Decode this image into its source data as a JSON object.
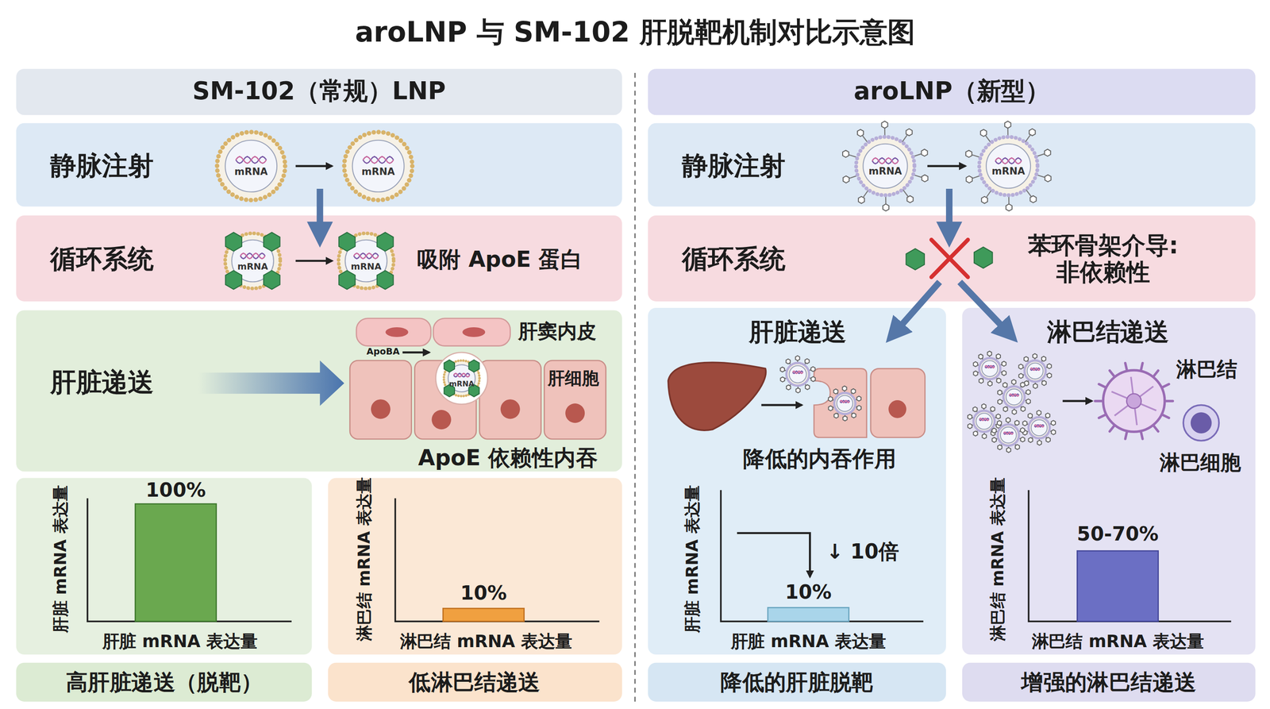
{
  "diagram": {
    "title": "aroLNP 与 SM-102 肝脱靶机制对比示意图",
    "nodes": [
      {
        "text": [
          "SM-102（常规）LNP"
        ]
      },
      {
        "text": [
          "aroLNP（新型）"
        ]
      },
      {
        "text": [
          "静脉注射"
        ]
      },
      {
        "text": [
          "静脉注射"
        ]
      },
      {
        "text": [
          "循环系统",
          "吸附 ApoE 蛋白"
        ]
      },
      {
        "text": [
          "循环系统",
          "苯环骨架介导: 非依赖性"
        ]
      },
      {
        "text": [
          "肝脏递送",
          "肝窦内皮",
          "ApoBA",
          "肝细胞",
          "ApoE 依赖性内吞"
        ]
      },
      {
        "text": [
          "肝脏递送",
          "降低的内吞作用",
          "肝脏 mRNA 表达量",
          "↓ 10倍",
          "10%",
          "肝脏 mRNA 表达量"
        ]
      },
      {
        "text": [
          "淋巴结递送",
          "淋巴结",
          "淋巴细胞",
          "淋巴结 mRNA 表达量",
          "50-70%",
          "淋巴结 mRNA 表达量"
        ]
      },
      {
        "text": [
          "肝脏 mRNA 表达量",
          "100%",
          "肝脏 mRNA 表达量"
        ]
      },
      {
        "text": [
          "淋巴结 mRNA 表达量",
          "10%",
          "淋巴结 mRNA 表达量"
        ]
      },
      {
        "text": [
          "高肝脏递送（脱靶）"
        ]
      },
      {
        "text": [
          "低淋巴结递送"
        ]
      },
      {
        "text": [
          "降低的肝脏脱靶"
        ]
      },
      {
        "text": [
          "增强的淋巴结递送"
        ]
      }
    ],
    "edges": [
      {
        "from": 2,
        "to": 4,
        "arrow": "to"
      },
      {
        "from": 3,
        "to": 5,
        "arrow": "to"
      },
      {
        "from": 5,
        "to": 7,
        "arrow": "to"
      },
      {
        "from": 5,
        "to": 8,
        "arrow": "to"
      }
    ],
    "labels": [
      "mRNA",
      "mRNA",
      "mRNA",
      "mRNA",
      "mRNA",
      "mRNA",
      "mRNA"
    ]
  }
}
